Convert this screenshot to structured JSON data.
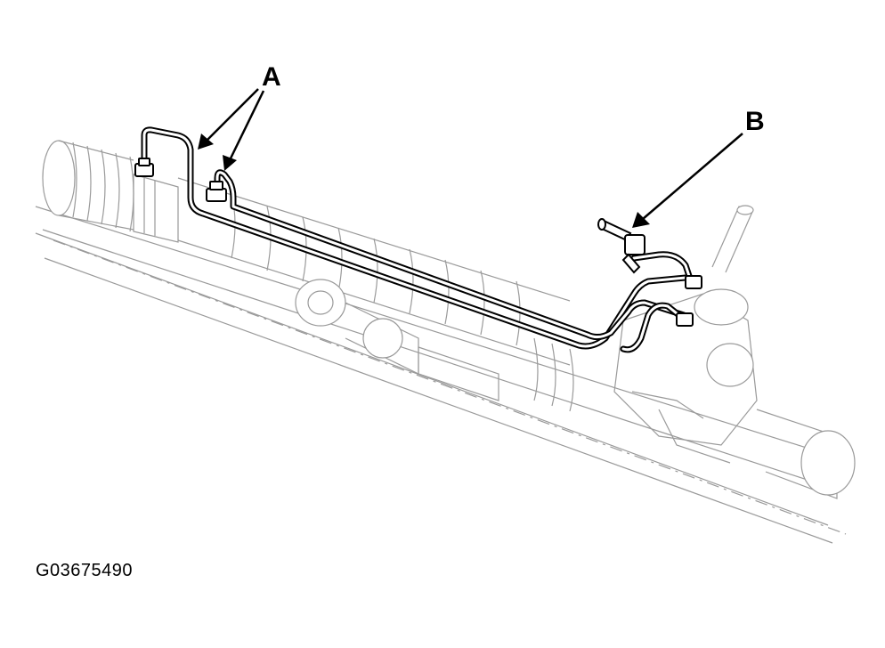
{
  "callouts": {
    "a": "A",
    "b": "B"
  },
  "figure_id": "G03675490"
}
